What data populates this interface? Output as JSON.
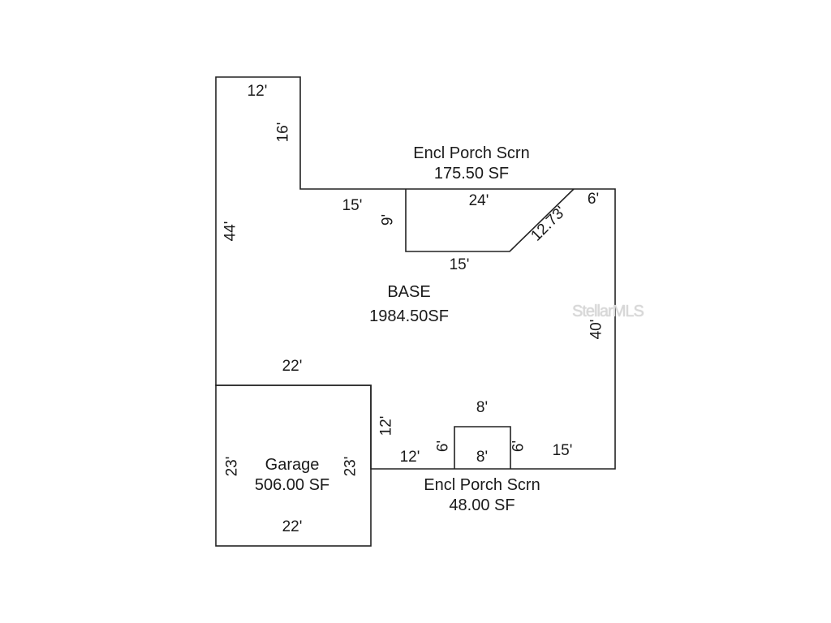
{
  "diagram": {
    "type": "floor-plan-sketch",
    "watermark": "StellarMLS",
    "line_color": "#222222",
    "areas": [
      {
        "id": "base",
        "name": "BASE",
        "area": "1984.50SF"
      },
      {
        "id": "porch_top",
        "name": "Encl Porch Scrn",
        "area": "175.50 SF"
      },
      {
        "id": "garage",
        "name": "Garage",
        "area": "506.00 SF"
      },
      {
        "id": "porch_bottom",
        "name": "Encl Porch Scrn",
        "area": "48.00 SF"
      }
    ],
    "dimensions": {
      "base_top_left": "12'",
      "base_step_vertical": "16'",
      "base_left": "44'",
      "base_step_horizontal": "15'",
      "base_right": "40'",
      "base_garage_top": "22'",
      "base_right_vertical_lower": "12'",
      "base_bottom_left": "12'",
      "base_bottom_right": "15'",
      "porch_top_top": "24'",
      "porch_top_left": "9'",
      "porch_top_bottom": "15'",
      "porch_top_diagonal": "12.73'",
      "porch_top_right_gap": "6'",
      "garage_left": "23'",
      "garage_right": "23'",
      "garage_bottom": "22'",
      "porch_bottom_top": "8'",
      "porch_bottom_inner": "8'",
      "porch_bottom_left": "6'",
      "porch_bottom_right": "6'"
    }
  }
}
